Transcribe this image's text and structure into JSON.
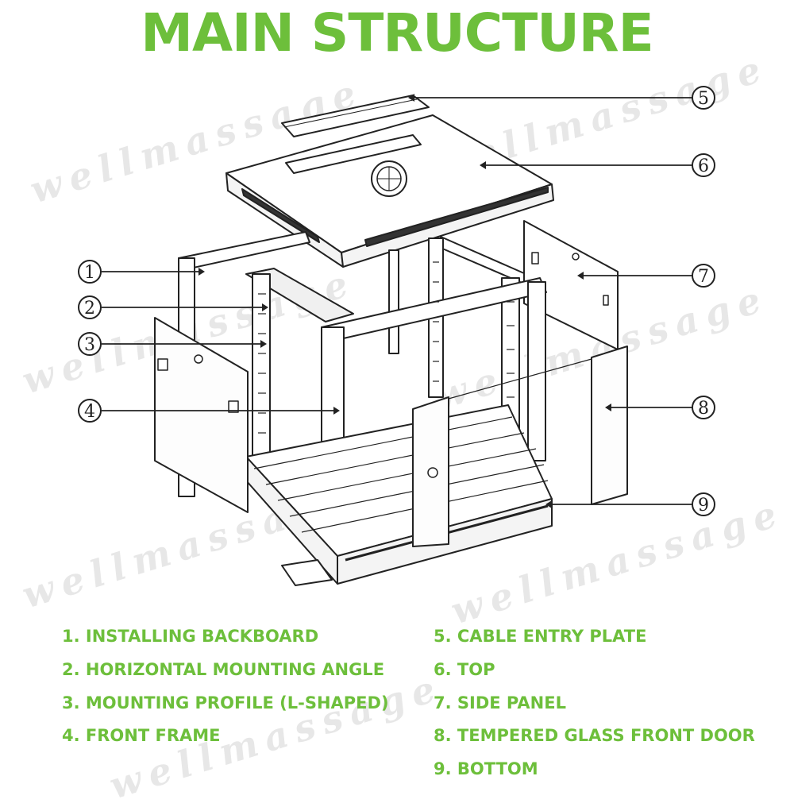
{
  "title": "MAIN STRUCTURE",
  "accent_color": "#6dbf3b",
  "line_color": "#222222",
  "watermark": "wellmassage",
  "callouts": [
    "1",
    "2",
    "3",
    "4",
    "5",
    "6",
    "7",
    "8",
    "9"
  ],
  "legend": [
    "1. INSTALLING BACKBOARD",
    "2. HORIZONTAL MOUNTING ANGLE",
    "3. MOUNTING PROFILE (L-SHAPED)",
    "4. FRONT FRAME",
    "5. CABLE ENTRY PLATE",
    "6. TOP",
    "7. SIDE PANEL",
    "8. TEMPERED GLASS FRONT DOOR",
    "9. BOTTOM"
  ]
}
